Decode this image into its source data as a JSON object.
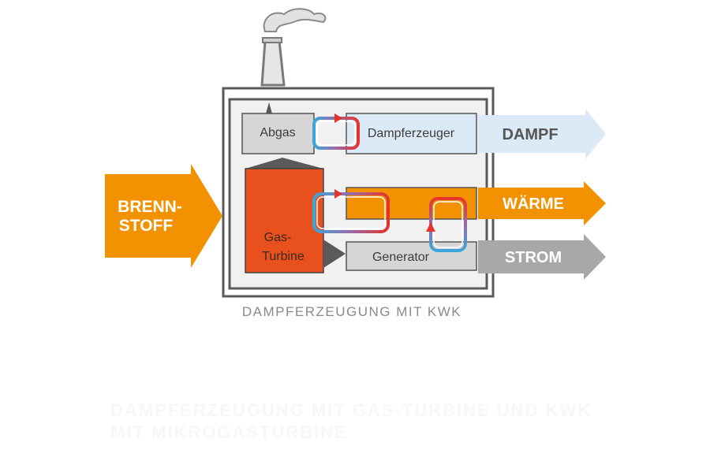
{
  "inputs": {
    "fuel_line1": "BRENN-",
    "fuel_line2": "STOFF"
  },
  "components": {
    "exhaust": "Abgas",
    "steam_generator": "Dampferzeuger",
    "turbine_line1": "Gas-",
    "turbine_line2": "Turbine",
    "generator": "Generator"
  },
  "outputs": {
    "steam": "DAMPF",
    "heat": "WÄRME",
    "power": "STROM"
  },
  "caption": "DAMPFERZEUGUNG MIT KWK",
  "watermark": {
    "line1": "DAMPFERZEUGUNG MIT GAS-TURBINE UND KWK",
    "line2": "MIT MIKROGASTURBINE"
  },
  "colors": {
    "orange": "#f39200",
    "turbine_red": "#e8501e",
    "steam_blue": "#dbeaf6",
    "gray_box": "#d6d6d6",
    "gray_arrow": "#a8a8a8",
    "housing": "#f0f0f0",
    "text_dark": "#4a4a4a",
    "loop_red": "#e5332a",
    "loop_blue": "#3aa6dc"
  }
}
